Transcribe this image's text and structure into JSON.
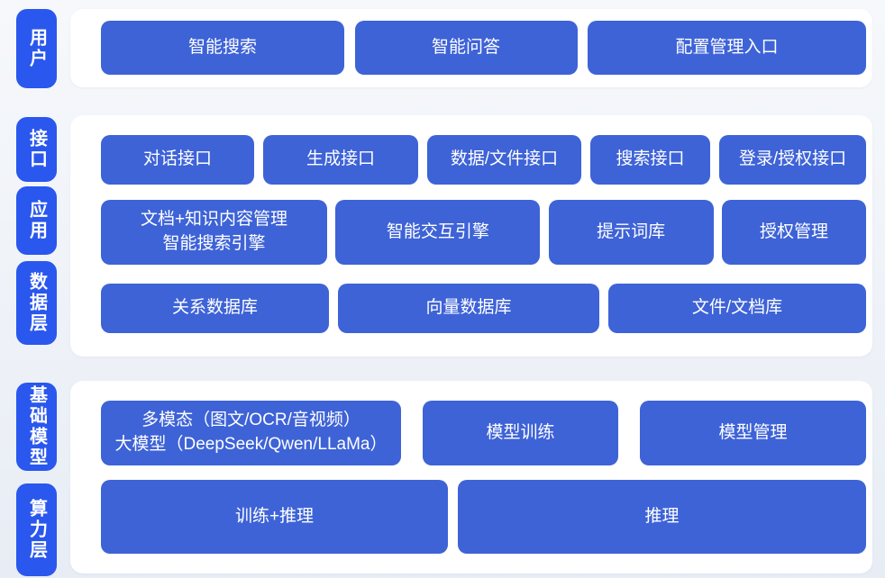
{
  "colors": {
    "rail_label_bg": "#2a57ee",
    "block_bg": "#3e63d7",
    "panel_bg": "#ffffff",
    "page_bg_top": "#f6f8fb",
    "page_bg_bottom": "#e8edf5",
    "text": "#ffffff"
  },
  "sections": [
    {
      "name": "user-layer",
      "labels": [
        {
          "text": "用户"
        }
      ],
      "rows": [
        {
          "buttons": [
            {
              "label": "智能搜索"
            },
            {
              "label": "智能问答"
            },
            {
              "label": "配置管理入口"
            }
          ]
        }
      ]
    },
    {
      "name": "platform-layers",
      "labels": [
        {
          "text": "接口"
        },
        {
          "text": "应用"
        },
        {
          "text": "数据层"
        }
      ],
      "rows": [
        {
          "buttons": [
            {
              "label": "对话接口"
            },
            {
              "label": "生成接口"
            },
            {
              "label": "数据/文件接口"
            },
            {
              "label": "搜索接口"
            },
            {
              "label": "登录/授权接口"
            }
          ]
        },
        {
          "buttons": [
            {
              "label": "文档+知识内容管理\n智能搜索引擎"
            },
            {
              "label": "智能交互引擎"
            },
            {
              "label": "提示词库"
            },
            {
              "label": "授权管理"
            }
          ]
        },
        {
          "buttons": [
            {
              "label": "关系数据库"
            },
            {
              "label": "向量数据库"
            },
            {
              "label": "文件/文档库"
            }
          ]
        }
      ]
    },
    {
      "name": "foundation-layers",
      "labels": [
        {
          "text": "基础模型"
        },
        {
          "text": "算力层"
        }
      ],
      "rows": [
        {
          "buttons": [
            {
              "label": "多模态（图文/OCR/音视频）\n大模型（DeepSeek/Qwen/LLaMa）"
            },
            {
              "label": "模型训练"
            },
            {
              "label": "模型管理"
            }
          ]
        },
        {
          "buttons": [
            {
              "label": "训练+推理"
            },
            {
              "label": "推理"
            }
          ]
        }
      ]
    }
  ]
}
